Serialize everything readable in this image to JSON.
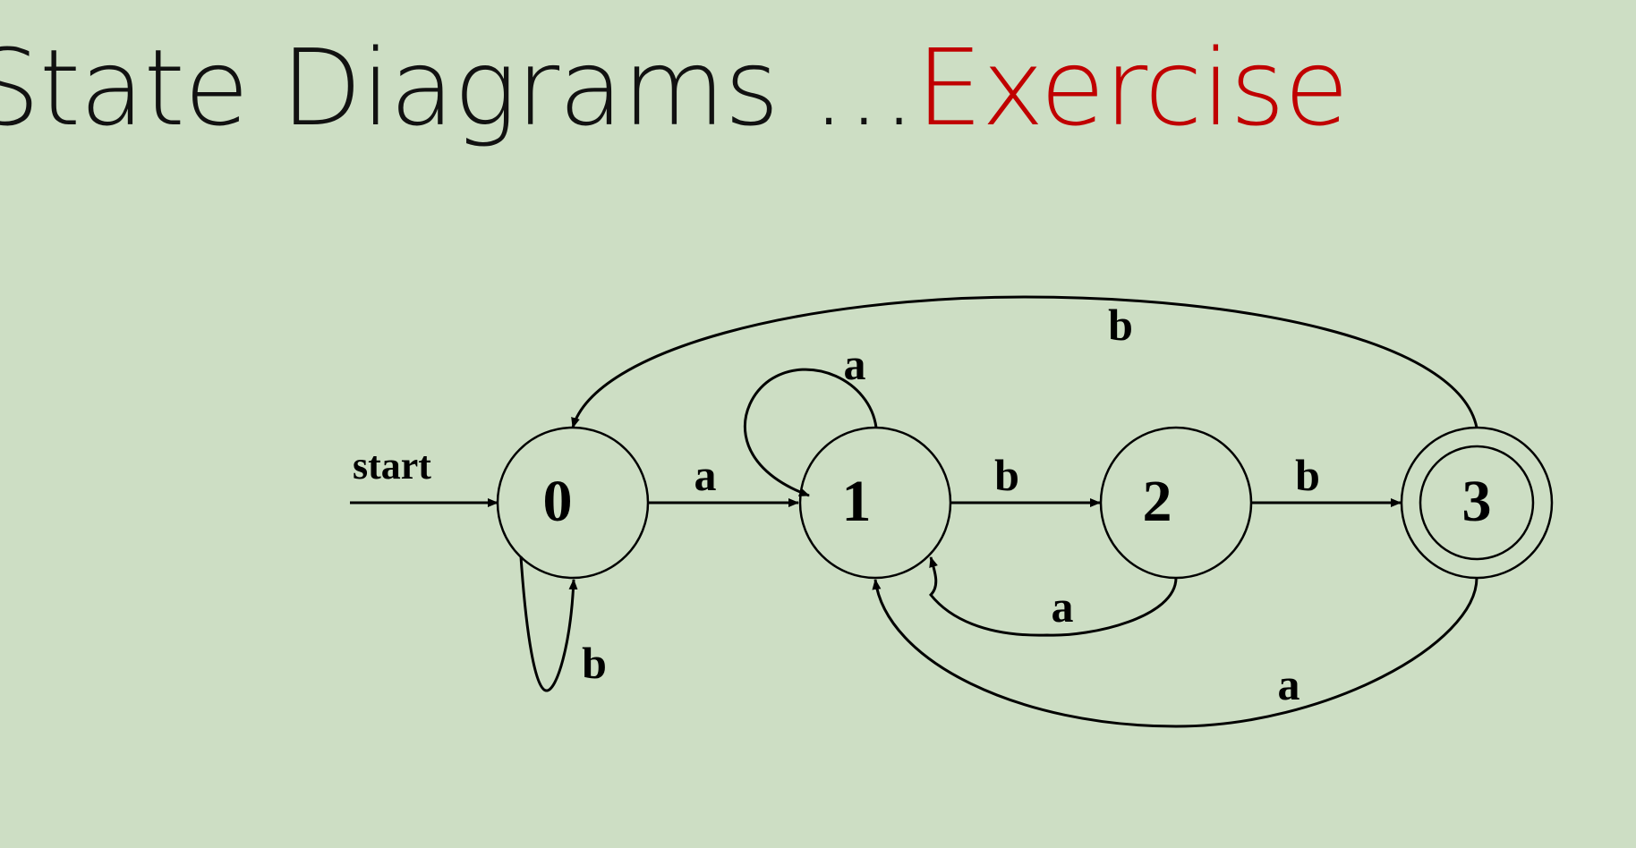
{
  "slide": {
    "title_prefix": "State Diagrams …",
    "title_accent": "Exercise",
    "colors": {
      "background": "#cddec4",
      "title": "#111111",
      "accent": "#c00000"
    }
  },
  "diagram": {
    "start_label": "start",
    "states": [
      "0",
      "1",
      "2",
      "3"
    ],
    "accepting_states": [
      "3"
    ],
    "transitions": [
      {
        "from": "0",
        "to": "1",
        "label": "a"
      },
      {
        "from": "0",
        "to": "0",
        "label": "b"
      },
      {
        "from": "1",
        "to": "1",
        "label": "a"
      },
      {
        "from": "1",
        "to": "2",
        "label": "b"
      },
      {
        "from": "2",
        "to": "1",
        "label": "a"
      },
      {
        "from": "2",
        "to": "3",
        "label": "b"
      },
      {
        "from": "3",
        "to": "1",
        "label": "a"
      },
      {
        "from": "3",
        "to": "0",
        "label": "b"
      }
    ]
  }
}
